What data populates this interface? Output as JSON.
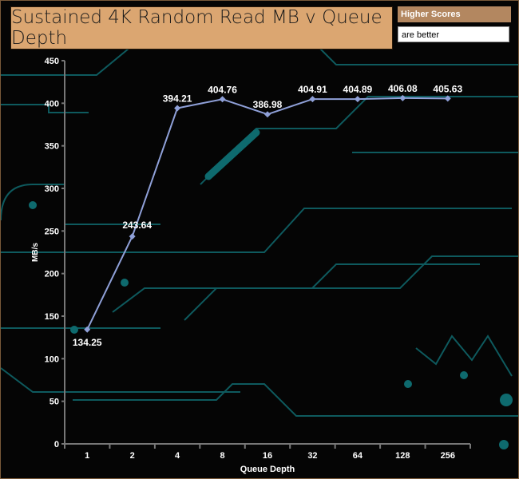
{
  "legend": {
    "line1": "Higher Scores",
    "line2": "are better"
  },
  "chart_data": {
    "type": "line",
    "title": "Sustained 4K Random Read MB v Queue Depth",
    "xlabel": "Queue Depth",
    "ylabel": "MB/s",
    "categories": [
      "1",
      "2",
      "4",
      "8",
      "16",
      "32",
      "64",
      "128",
      "256"
    ],
    "series": [
      {
        "name": "MB/s",
        "values": [
          134.25,
          243.64,
          394.21,
          404.76,
          386.98,
          404.91,
          404.89,
          406.08,
          405.63
        ],
        "labels": [
          "134.25",
          "243.64",
          "394.21",
          "404.76",
          "386.98",
          "404.91",
          "404.89",
          "406.08",
          "405.63"
        ]
      }
    ],
    "ylim": [
      0,
      450
    ],
    "yticks": [
      "0",
      "50",
      "100",
      "150",
      "200",
      "250",
      "300",
      "350",
      "400",
      "450"
    ],
    "grid": false,
    "colors": {
      "line": "#8fa0d8",
      "axis": "#777777"
    }
  }
}
